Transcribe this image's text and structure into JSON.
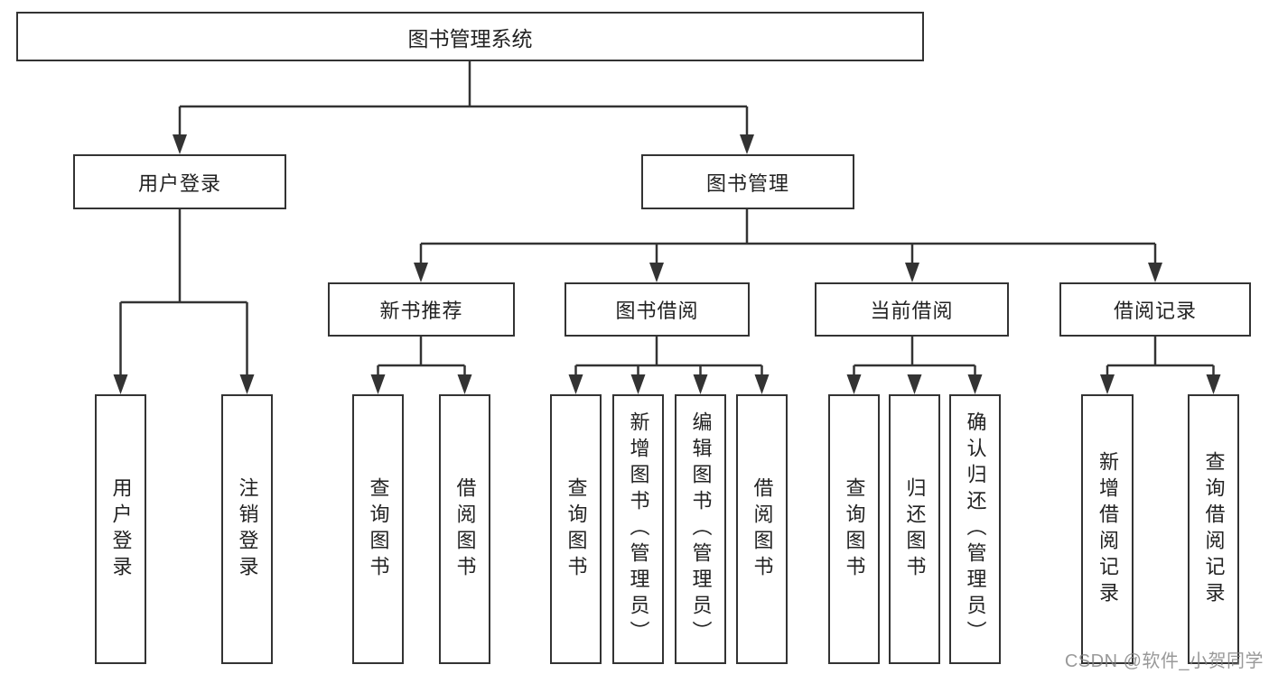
{
  "diagram": {
    "title": "图书管理系统",
    "type": "hierarchy-tree",
    "colors": {
      "line": "#333333",
      "box_border": "#333333",
      "text": "#222222",
      "background": "#ffffff",
      "watermark": "#808080"
    },
    "watermark": "CSDN @软件_小贺同学"
  },
  "nodes": {
    "root": "图书管理系统",
    "user_login": "用户登录",
    "book_management": "图书管理",
    "new_book_recommend": "新书推荐",
    "book_borrow": "图书借阅",
    "current_borrow": "当前借阅",
    "borrow_record": "借阅记录",
    "leaf_user_login": "用户登录",
    "leaf_logout": "注销登录",
    "leaf_query_book_1": "查询图书",
    "leaf_borrow_book_1": "借阅图书",
    "leaf_query_book_2": "查询图书",
    "leaf_add_book": "新增图书（管理员）",
    "leaf_edit_book": "编辑图书（管理员）",
    "leaf_borrow_book_2": "借阅图书",
    "leaf_query_book_3": "查询图书",
    "leaf_return_book": "归还图书",
    "leaf_confirm_return": "确认归还（管理员）",
    "leaf_add_borrow_record": "新增借阅记录",
    "leaf_query_borrow_record": "查询借阅记录"
  },
  "hierarchy": {
    "root": "图书管理系统",
    "children": [
      {
        "label": "用户登录",
        "children": [
          "用户登录",
          "注销登录"
        ]
      },
      {
        "label": "图书管理",
        "children": [
          {
            "label": "新书推荐",
            "children": [
              "查询图书",
              "借阅图书"
            ]
          },
          {
            "label": "图书借阅",
            "children": [
              "查询图书",
              "新增图书（管理员）",
              "编辑图书（管理员）",
              "借阅图书"
            ]
          },
          {
            "label": "当前借阅",
            "children": [
              "查询图书",
              "归还图书",
              "确认归还（管理员）"
            ]
          },
          {
            "label": "借阅记录",
            "children": [
              "新增借阅记录",
              "查询借阅记录"
            ]
          }
        ]
      }
    ]
  }
}
